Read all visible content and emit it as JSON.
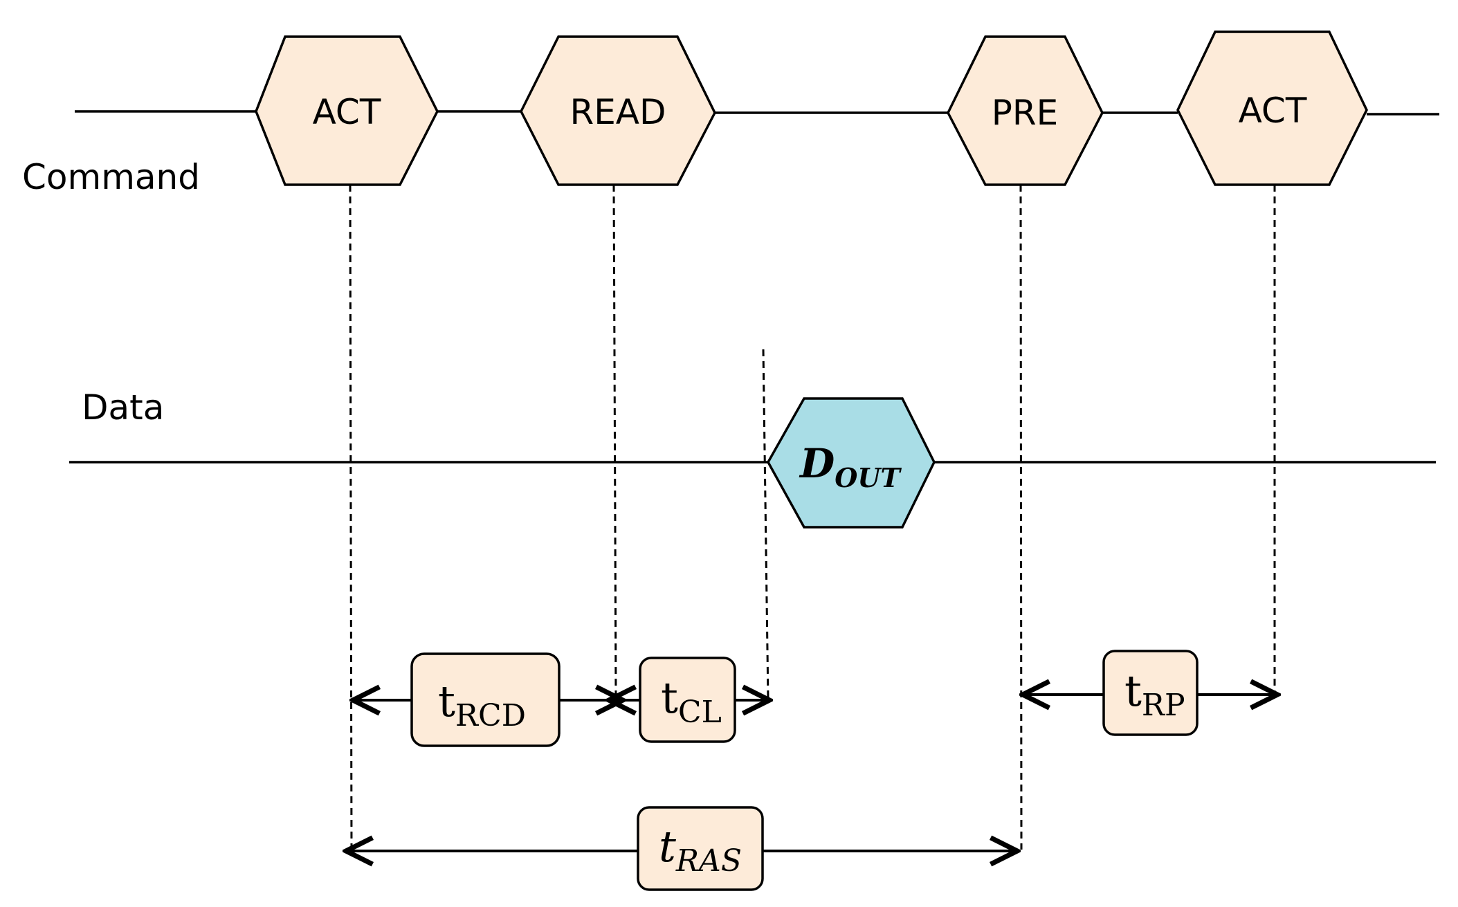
{
  "rows": {
    "command_label": "Command",
    "data_label": "Data"
  },
  "commands": [
    "ACT",
    "READ",
    "PRE",
    "ACT"
  ],
  "data_signal": {
    "main": "D",
    "sub": "OUT"
  },
  "timings": [
    {
      "id": "rcd",
      "main": "t",
      "sub": "RCD",
      "style": "upright"
    },
    {
      "id": "cl",
      "main": "t",
      "sub": "CL",
      "style": "upright"
    },
    {
      "id": "rp",
      "main": "t",
      "sub": "RP",
      "style": "upright"
    },
    {
      "id": "ras",
      "main": "t",
      "sub": "RAS",
      "style": "italic"
    }
  ],
  "colors": {
    "command_fill": "#fdebd9",
    "data_fill": "#a9dde6",
    "stroke": "#000000"
  }
}
